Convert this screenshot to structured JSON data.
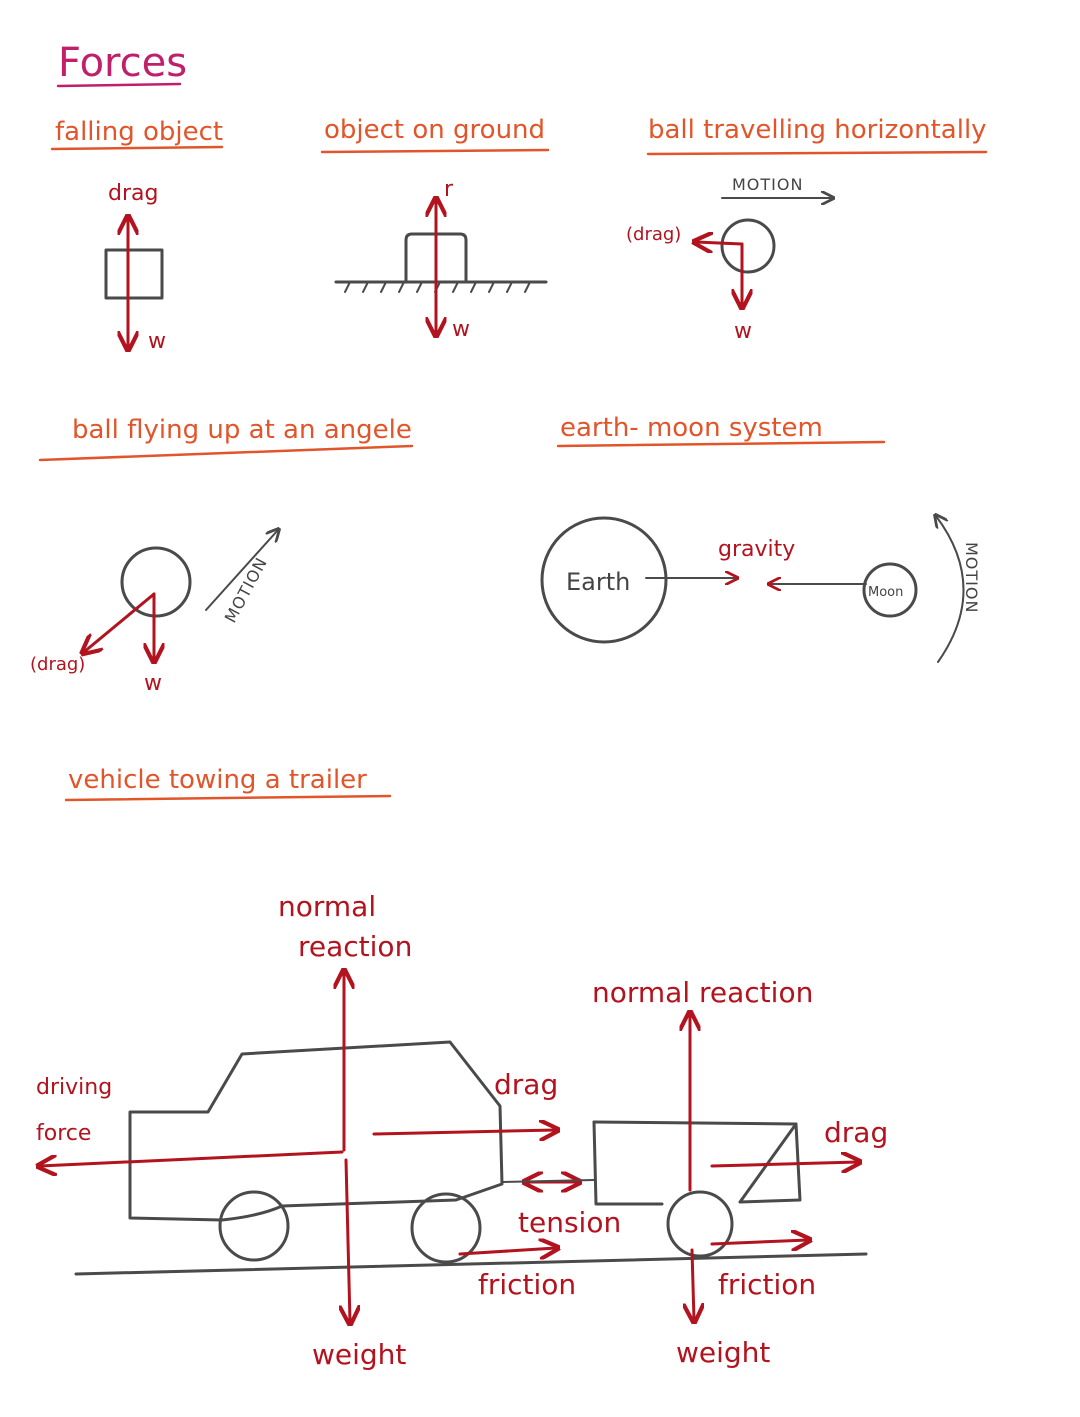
{
  "page": {
    "title": "Forces",
    "colors": {
      "title": "#c21f6b",
      "heading": "#e2552a",
      "force": "#b3131e",
      "ink": "#4a4a4a",
      "background": "#ffffff"
    }
  },
  "falling_object": {
    "heading": "falling object",
    "drag": "drag",
    "weight": "w"
  },
  "object_on_ground": {
    "heading": "object on ground",
    "reaction": "r",
    "weight": "w"
  },
  "ball_horizontal": {
    "heading": "ball travelling horizontally",
    "motion": "MOTION",
    "drag": "(drag)",
    "weight": "w"
  },
  "ball_angle": {
    "heading": "ball flying up at an angele",
    "motion": "MOTION",
    "drag": "(drag)",
    "weight": "w"
  },
  "earth_moon": {
    "heading": "earth- moon system",
    "earth": "Earth",
    "moon": "Moon",
    "gravity": "gravity",
    "motion": "MOTION"
  },
  "vehicle_trailer": {
    "heading": "vehicle towing a trailer",
    "driving_force_1": "driving",
    "driving_force_2": "force",
    "car_normal_1": "normal",
    "car_normal_2": "reaction",
    "car_drag": "drag",
    "car_weight": "weight",
    "car_friction": "friction",
    "tension": "tension",
    "trailer_normal": "normal reaction",
    "trailer_drag": "drag",
    "trailer_weight": "weight",
    "trailer_friction": "friction"
  }
}
